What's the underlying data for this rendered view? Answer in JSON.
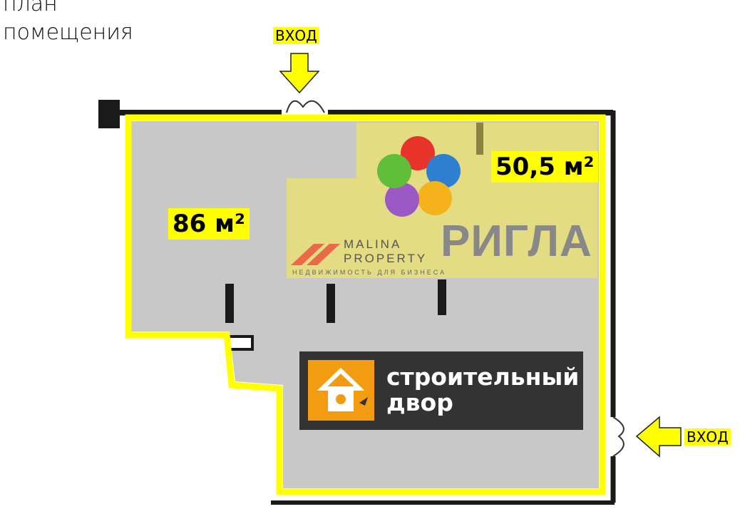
{
  "title_lines": [
    "план",
    "помещения"
  ],
  "entrances": [
    "ВХОД",
    "ВХОД"
  ],
  "areas": {
    "left": "86 м²",
    "right": "50,5 м²"
  },
  "tenants": {
    "anchor": {
      "line1": "строительный",
      "line2": "двор"
    },
    "pharmacy": "РИГЛА"
  },
  "watermark": {
    "line1": "MALINA",
    "line2": "PROPERTY",
    "slogan": "НЕДВИЖИМОСТЬ ДЛЯ БИЗНЕСА"
  },
  "colors": {
    "outline": "#ffff00",
    "highlight": "#e3dc82",
    "floor": "#c8c8c8",
    "wall": "#1a1a1a",
    "store_bg": "#333333",
    "store_icon": "#f39c12"
  }
}
